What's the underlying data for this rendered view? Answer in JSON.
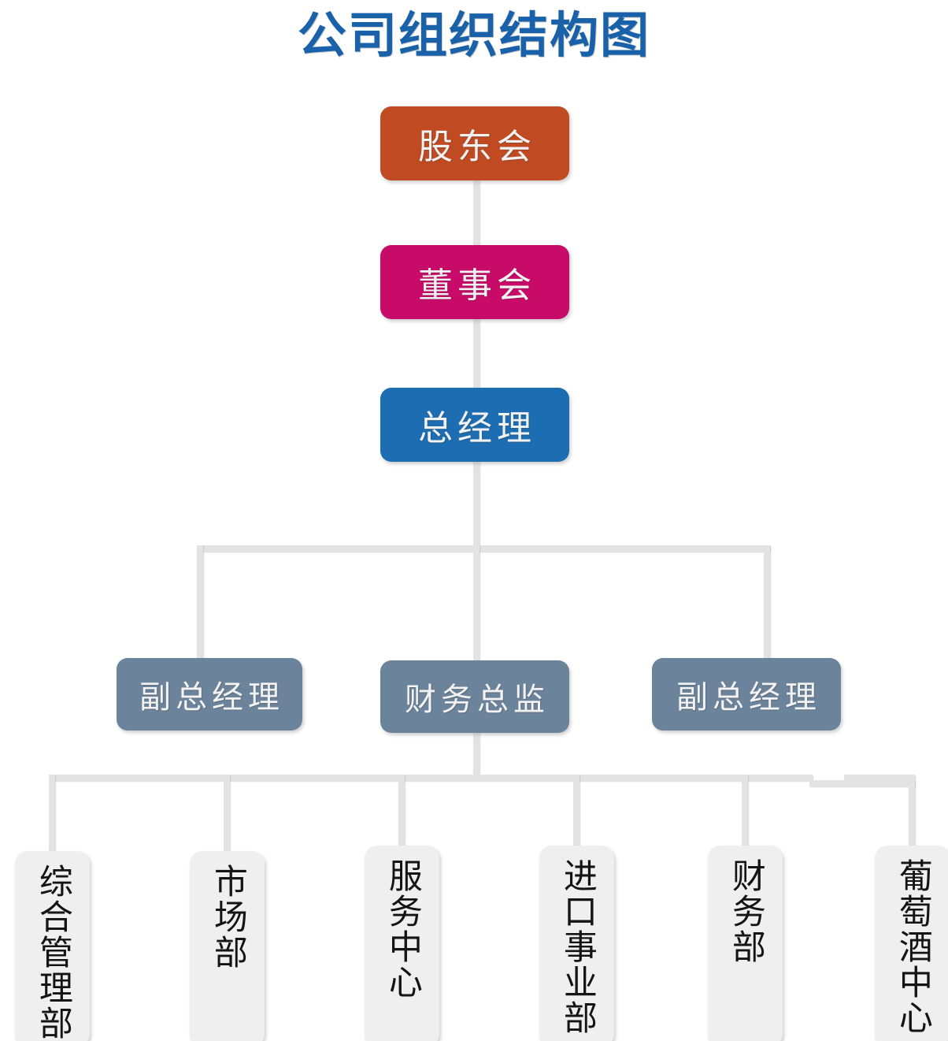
{
  "title": "公司组织结构图",
  "colors": {
    "title": "#1961A8",
    "shareholders": "#C04A21",
    "board": "#C80A68",
    "general_manager": "#1C6DB2",
    "executives": "#6C849B",
    "departments": "#EFEFEF",
    "connector": "#E3E3E3",
    "background": "#FFFFFF"
  },
  "levels": {
    "level1": {
      "label": "股东会"
    },
    "level2": {
      "label": "董事会"
    },
    "level3": {
      "label": "总经理"
    },
    "level4": [
      {
        "label": "副总经理"
      },
      {
        "label": "财务总监"
      },
      {
        "label": "副总经理"
      }
    ],
    "level5": [
      {
        "label": "综合管理部"
      },
      {
        "label": "市场部"
      },
      {
        "label": "服务中心"
      },
      {
        "label": "进口事业部"
      },
      {
        "label": "财务部"
      },
      {
        "label": "葡萄酒中心"
      }
    ]
  }
}
